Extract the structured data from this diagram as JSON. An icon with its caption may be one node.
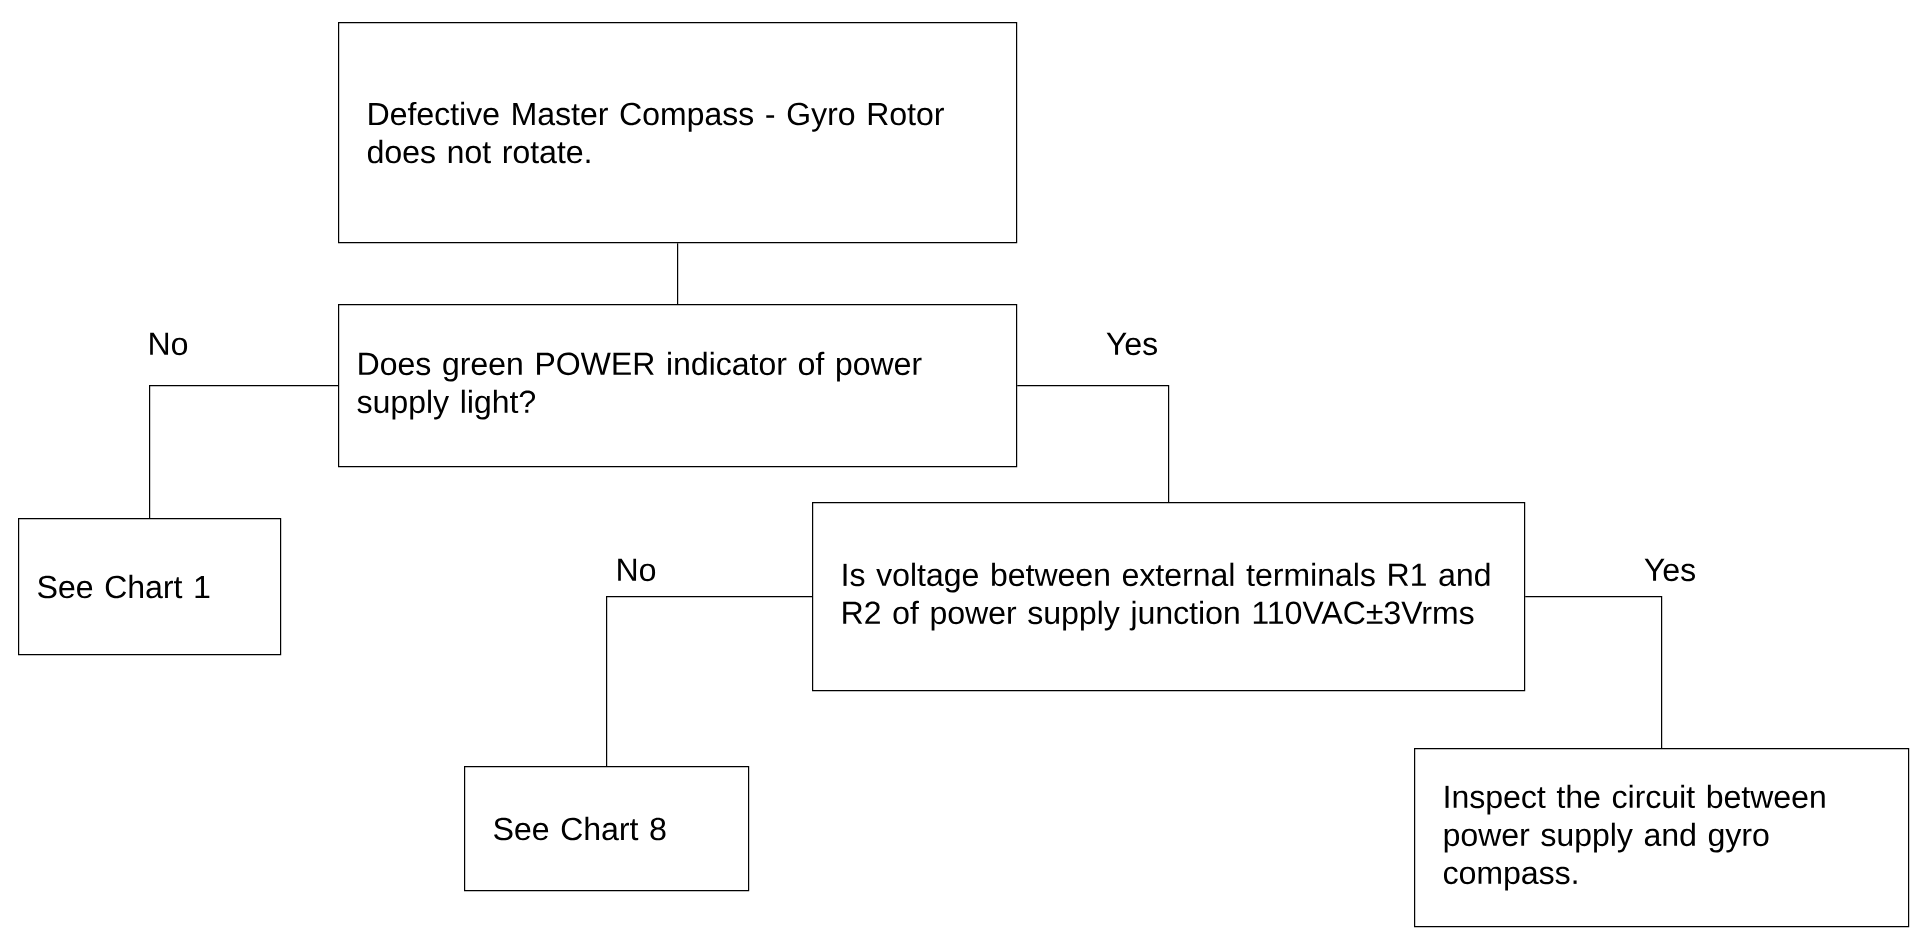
{
  "diagram": {
    "nodes": [
      {
        "text": [
          "Defective Master Compass - Gyro Rotor does not rotate."
        ]
      },
      {
        "text": [
          "Does green POWER indicator of power supply light?"
        ]
      },
      {
        "text": [
          "See Chart 1"
        ]
      },
      {
        "text": [
          "Is voltage between external terminals R1 and R2 of power supply junction 110VAC±3Vrms"
        ]
      },
      {
        "text": [
          "See Chart 8"
        ]
      },
      {
        "text": [
          "Inspect the circuit between power supply and gyro compass."
        ]
      }
    ],
    "edges": [
      {
        "from": 0,
        "to": 1,
        "arrow": "none"
      },
      {
        "from": 1,
        "to": 2,
        "arrow": "none",
        "label": "No"
      },
      {
        "from": 1,
        "to": 3,
        "arrow": "none",
        "label": "Yes"
      },
      {
        "from": 3,
        "to": 4,
        "arrow": "none",
        "label": "No"
      },
      {
        "from": 3,
        "to": 5,
        "arrow": "none",
        "label": "Yes"
      }
    ]
  }
}
